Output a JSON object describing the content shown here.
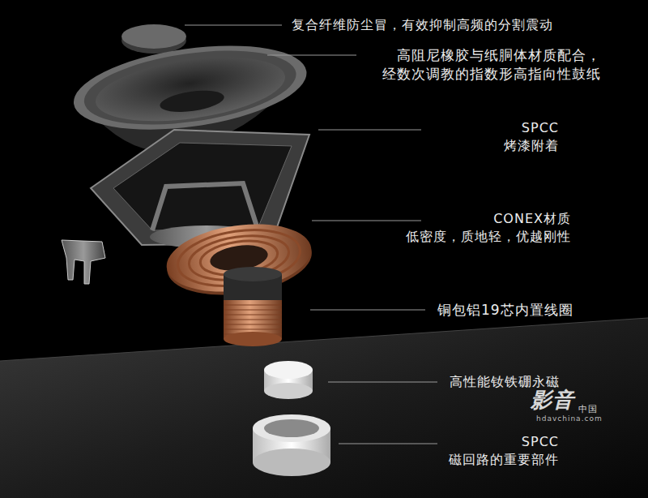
{
  "diagram": {
    "labels": [
      "复合纤维防尘冒，有效抑制高频的分割震动",
      "高阻尼橡胶与纸胴体材质配合， 经数次调教的指数形高指向性鼓纸",
      "SPCC 烤漆附着",
      "CONEX材质 低密度，质地轻，优越刚性",
      "铜包铝19芯内置线圈",
      "高性能钕铁硼永磁",
      "SPCC 磁回路的重要部件",
      "影音",
      "中国",
      "hdavchina.com"
    ]
  }
}
